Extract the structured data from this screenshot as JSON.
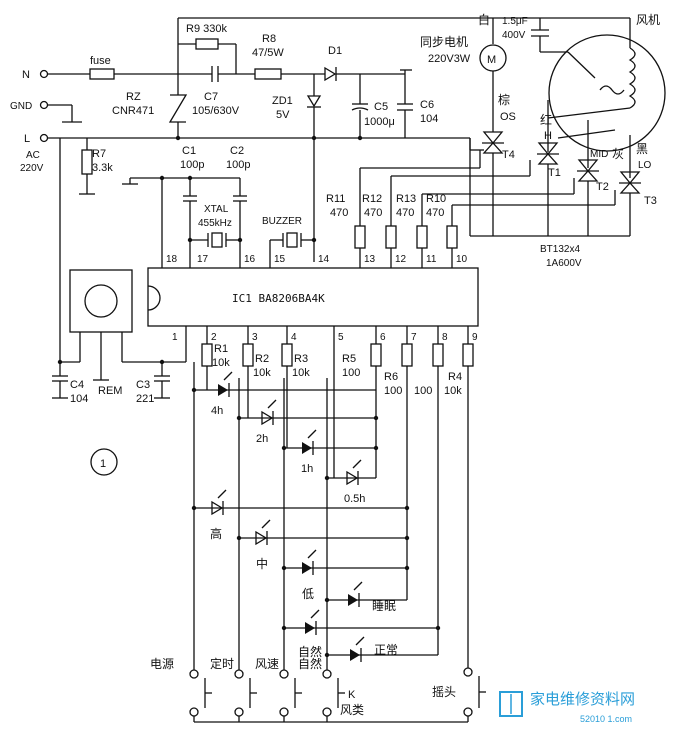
{
  "terminals": {
    "n": "N",
    "gnd": "GND",
    "l": "L",
    "ac1": "AC",
    "ac2": "220V"
  },
  "components": {
    "fuse": "fuse",
    "r9": "R9  330k",
    "r8a": "R8",
    "r8b": "47/5W",
    "d1": "D1",
    "rz1": "RZ",
    "rz2": "CNR471",
    "c7a": "C7",
    "c7b": "105/630V",
    "zd1a": "ZD1",
    "zd1b": "5V",
    "c5a": "C5",
    "c5b": "1000μ",
    "c6a": "C6",
    "c6b": "104",
    "sync1": "同步电机",
    "sync2": "220V3W",
    "motor": "M",
    "cap_top1": "1.5μF",
    "cap_top2": "400V",
    "white": "白",
    "brown": "棕",
    "os": "OS",
    "fan": "风机",
    "red": "红",
    "h": "H",
    "mid": "MID",
    "gray": "灰",
    "black": "黑",
    "lo": "LO",
    "r7a": "R7",
    "r7b": "3.3k",
    "c1a": "C1",
    "c1b": "100p",
    "c2a": "C2",
    "c2b": "100p",
    "xtal1": "XTAL",
    "xtal2": "455kHz",
    "buzzer": "BUZZER",
    "r11": "R11",
    "r12": "R12",
    "r13": "R13",
    "r10": "R10",
    "r470": "470",
    "t4": "T4",
    "t1": "T1",
    "t2": "T2",
    "t3": "T3",
    "bt1": "BT132x4",
    "bt2": "1A600V",
    "ic": "IC1  BA8206BA4K",
    "c4a": "C4",
    "c4b": "104",
    "rem": "REM",
    "c3a": "C3",
    "c3b": "221",
    "r1a": "R1",
    "r1b": "10k",
    "r2a": "R2",
    "r2b": "10k",
    "r3a": "R3",
    "r3b": "10k",
    "r5a": "R5",
    "r5b": "100",
    "r6a": "R6",
    "r6b": "100",
    "r_unl": "100",
    "r4a": "R4",
    "r4b": "10k",
    "fig": "1"
  },
  "ic_pins_top": [
    "18",
    "17",
    "16",
    "15",
    "14",
    "13",
    "12",
    "11",
    "10"
  ],
  "ic_pins_bottom": [
    "1",
    "2",
    "3",
    "4",
    "5",
    "6",
    "7",
    "8",
    "9"
  ],
  "leds": {
    "l4h": "4h",
    "l2h": "2h",
    "l1h": "1h",
    "l05h": "0.5h",
    "high": "高",
    "mid": "中",
    "low": "低",
    "sleep": "睡眠",
    "natural": "自然",
    "normal": "正常"
  },
  "buttons": {
    "power": "电源",
    "timer": "定时",
    "speed": "风速",
    "natural": "自然",
    "k": "K",
    "mode": "风类",
    "swing": "摇头"
  },
  "watermark": {
    "text": "家电维修资料网",
    "url": "52010 1.com"
  }
}
